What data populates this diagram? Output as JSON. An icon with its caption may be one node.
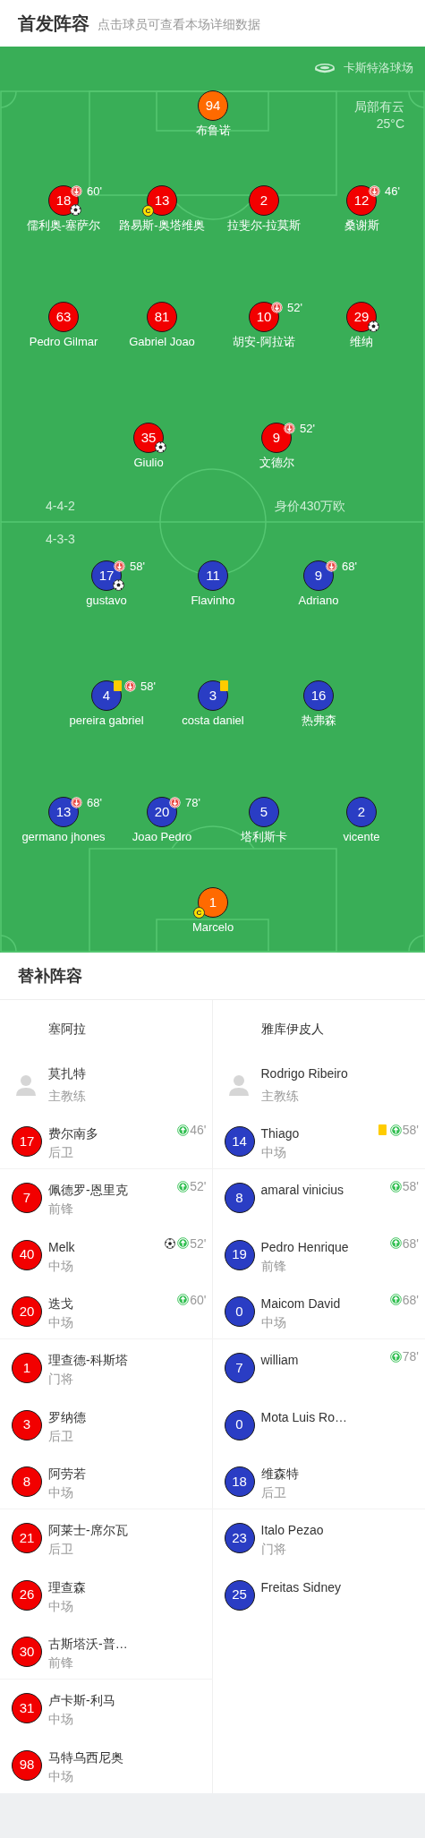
{
  "diagram": {
    "title": "首发阵容",
    "nodes": [
      {
        "text": [
          "94",
          "布鲁诺"
        ]
      },
      {
        "text": [
          "60'",
          "18",
          "儒利奥-塞萨尔"
        ]
      },
      {
        "text": [
          "13",
          "C",
          "路易斯-奥塔维奥"
        ]
      },
      {
        "text": [
          "2",
          "拉斐尔-拉莫斯"
        ]
      },
      {
        "text": [
          "46'",
          "12",
          "桑谢斯"
        ]
      },
      {
        "text": [
          "63",
          "Pedro Gilmar"
        ]
      },
      {
        "text": [
          "81",
          "Gabriel Joao"
        ]
      },
      {
        "text": [
          "52'",
          "10",
          "胡安-阿拉诺"
        ]
      },
      {
        "text": [
          "29",
          "维纳"
        ]
      },
      {
        "text": [
          "35",
          "Giulio"
        ]
      },
      {
        "text": [
          "52'",
          "9",
          "文德尔"
        ]
      },
      {
        "text": [
          "58'",
          "17",
          "gustavo"
        ]
      },
      {
        "text": [
          "11",
          "Flavinho"
        ]
      },
      {
        "text": [
          "68'",
          "9",
          "Adriano"
        ]
      },
      {
        "text": [
          "58'",
          "4",
          "pereira gabriel"
        ]
      },
      {
        "text": [
          "3",
          "costa daniel"
        ]
      },
      {
        "text": [
          "16",
          "热弗森"
        ]
      },
      {
        "text": [
          "68'",
          "13",
          "germano jhones"
        ]
      },
      {
        "text": [
          "78'",
          "20",
          "Joao Pedro"
        ]
      },
      {
        "text": [
          "5",
          "塔利斯卡"
        ]
      },
      {
        "text": [
          "2",
          "vicente"
        ]
      },
      {
        "text": [
          "1",
          "C",
          "Marcelo"
        ]
      },
      {
        "text": [
          "17",
          "费尔南多",
          "后卫",
          "46'"
        ]
      },
      {
        "text": [
          "7",
          "佩德罗-恩里克",
          "前锋",
          "52'"
        ]
      },
      {
        "text": [
          "40",
          "Melk",
          "中场",
          "52'"
        ]
      },
      {
        "text": [
          "20",
          "迭戈",
          "中场",
          "60'"
        ]
      },
      {
        "text": [
          "1",
          "理查德-科斯塔",
          "门将"
        ]
      },
      {
        "text": [
          "3",
          "罗纳德",
          "后卫"
        ]
      },
      {
        "text": [
          "8",
          "阿劳若",
          "中场"
        ]
      },
      {
        "text": [
          "21",
          "阿莱士-席尔瓦",
          "后卫"
        ]
      },
      {
        "text": [
          "26",
          "理查森",
          "中场"
        ]
      },
      {
        "text": [
          "30",
          "古斯塔沃-普…",
          "前锋"
        ]
      },
      {
        "text": [
          "31",
          "卢卡斯-利马",
          "中场"
        ]
      },
      {
        "text": [
          "98",
          "马特乌西尼奥",
          "中场"
        ]
      },
      {
        "text": [
          "14",
          "Thiago",
          "中场",
          "58'"
        ]
      },
      {
        "text": [
          "8",
          "amaral vinicius",
          "58'"
        ]
      },
      {
        "text": [
          "19",
          "Pedro Henrique",
          "前锋",
          "68'"
        ]
      },
      {
        "text": [
          "0",
          "Maicom David",
          "中场",
          "68'"
        ]
      },
      {
        "text": [
          "7",
          "william",
          "78'"
        ]
      },
      {
        "text": [
          "0",
          "Mota Luis Ro…"
        ]
      },
      {
        "text": [
          "18",
          "维森特",
          "后卫"
        ]
      },
      {
        "text": [
          "23",
          "Italo Pezao",
          "门将"
        ]
      },
      {
        "text": [
          "25",
          "Freitas Sidney"
        ]
      }
    ],
    "labels": [
      "点击球员可查看本场详细数据",
      "卡斯特洛球场",
      "局部有云",
      "25°C",
      "4-4-2",
      "身价430万欧",
      "4-3-3",
      "替补阵容",
      "塞阿拉",
      "雅库伊皮人",
      "莫扎特",
      "主教练",
      "Rodrigo Ribeiro",
      "主教练"
    ]
  }
}
